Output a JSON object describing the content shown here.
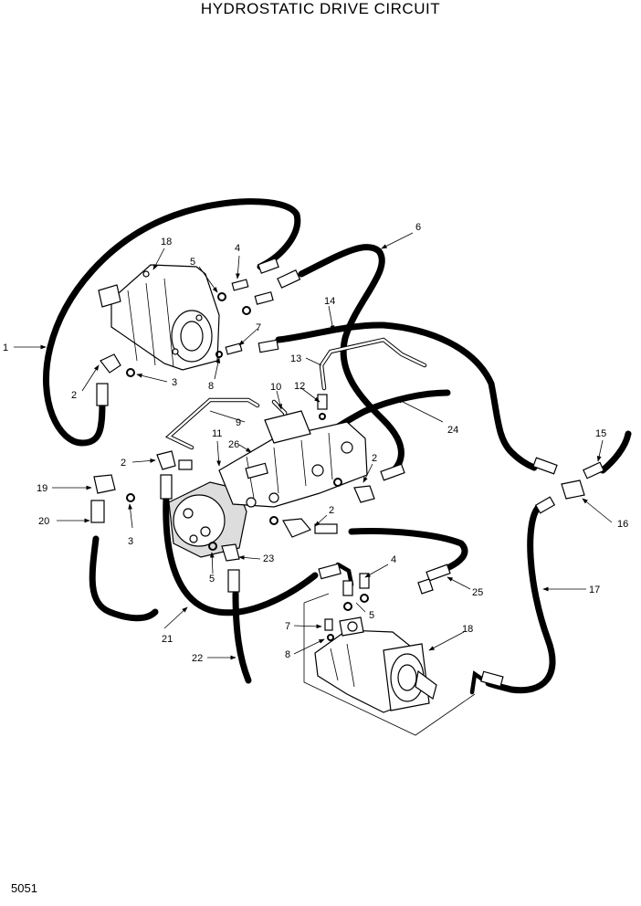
{
  "title": "HYDROSTATIC DRIVE CIRCUIT",
  "page_number": "5051",
  "callouts": {
    "c1": "1",
    "c2a": "2",
    "c2b": "2",
    "c2c": "2",
    "c2d": "2",
    "c3a": "3",
    "c3b": "3",
    "c4a": "4",
    "c4b": "4",
    "c5a": "5",
    "c5b": "5",
    "c5c": "5",
    "c6": "6",
    "c7a": "7",
    "c7b": "7",
    "c8a": "8",
    "c8b": "8",
    "c9": "9",
    "c10": "10",
    "c11": "11",
    "c12": "12",
    "c13": "13",
    "c14": "14",
    "c15": "15",
    "c16": "16",
    "c17": "17",
    "c18a": "18",
    "c18b": "18",
    "c19": "19",
    "c20": "20",
    "c21": "21",
    "c22": "22",
    "c23": "23",
    "c24": "24",
    "c25": "25",
    "c26": "26"
  }
}
